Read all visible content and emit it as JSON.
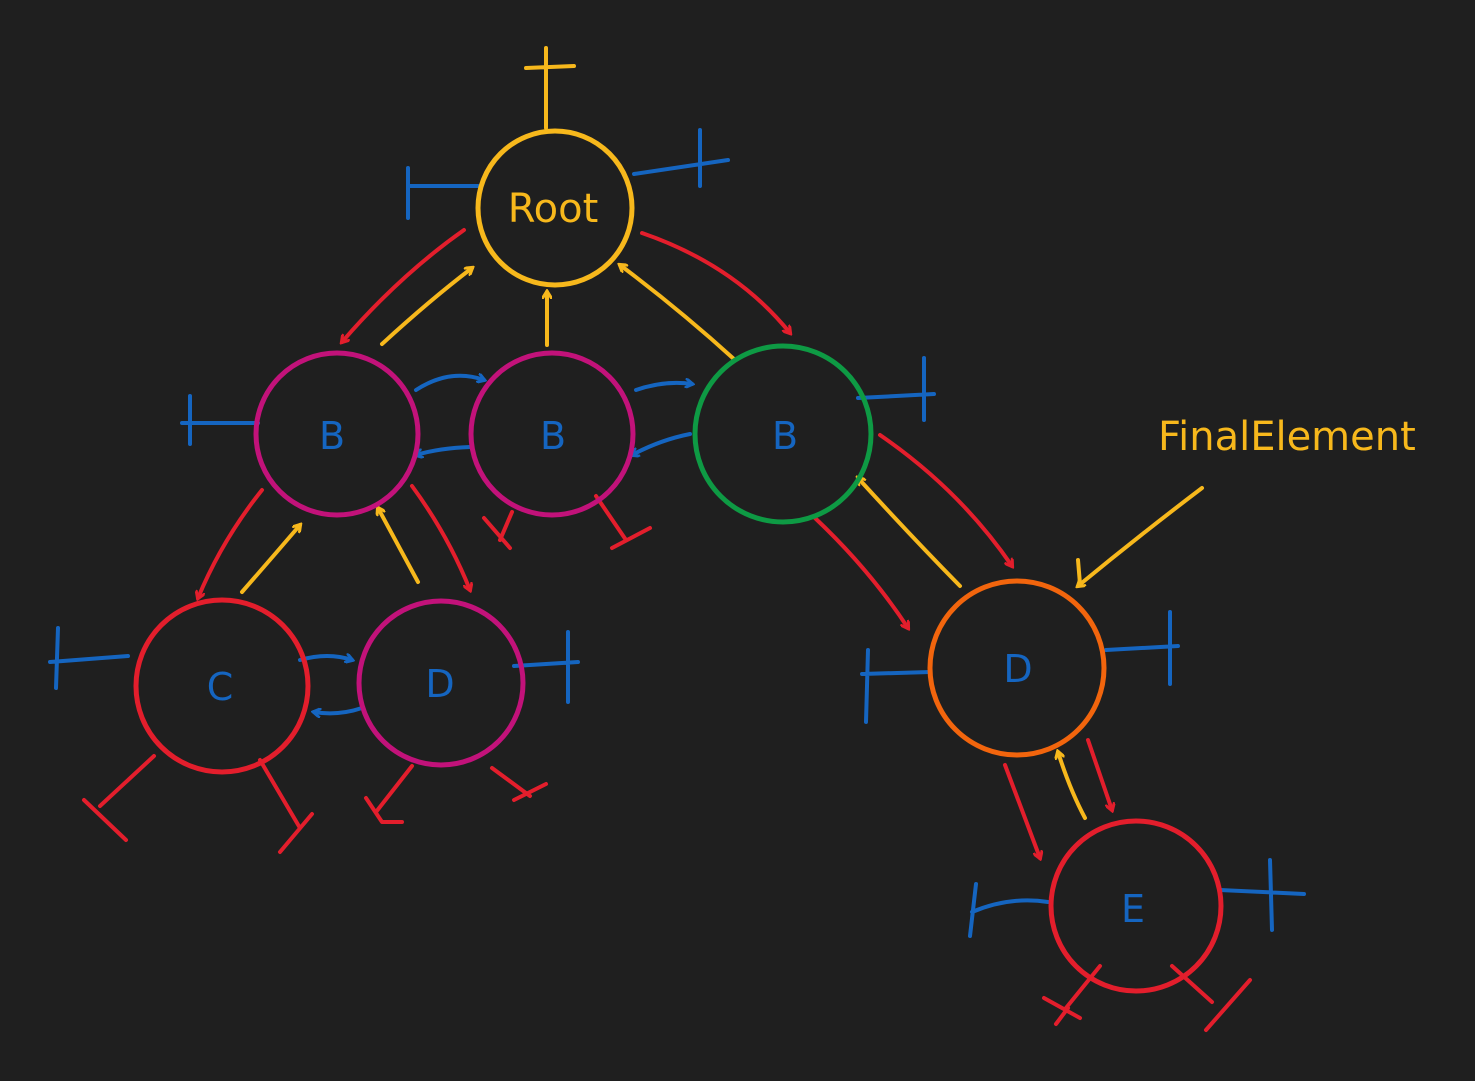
{
  "background": "#1f1f1f",
  "colors": {
    "yellow": "#f7b81c",
    "red": "#e31e2c",
    "blue": "#1565c0",
    "magenta": "#c2127a",
    "green": "#0e9a44",
    "orange": "#f2650d"
  },
  "nodes": {
    "root": {
      "label": "Root",
      "color": "#f7b81c",
      "text_color": "#f7b81c"
    },
    "b1": {
      "label": "B",
      "color": "#c2127a",
      "text_color": "#1565c0"
    },
    "b2": {
      "label": "B",
      "color": "#c2127a",
      "text_color": "#1565c0"
    },
    "b3": {
      "label": "B",
      "color": "#0e9a44",
      "text_color": "#1565c0"
    },
    "c": {
      "label": "C",
      "color": "#e31e2c",
      "text_color": "#1565c0"
    },
    "d1": {
      "label": "D",
      "color": "#c2127a",
      "text_color": "#1565c0"
    },
    "d2": {
      "label": "D",
      "color": "#f2650d",
      "text_color": "#1565c0"
    },
    "e": {
      "label": "E",
      "color": "#e31e2c",
      "text_color": "#1565c0"
    }
  },
  "annotation": {
    "label": "FinalElement",
    "color": "#f7b81c"
  }
}
